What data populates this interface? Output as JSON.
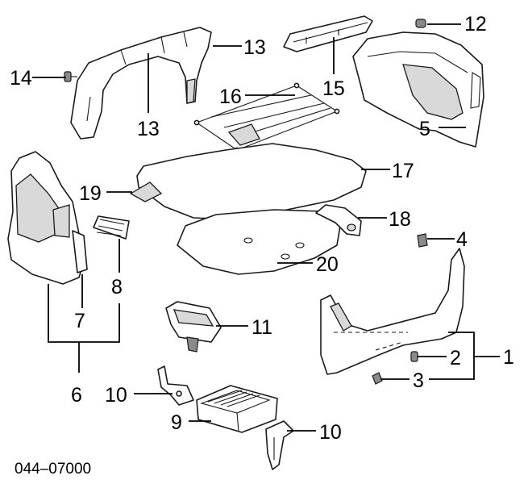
{
  "diagram": {
    "drawing_code": "044–07000",
    "callouts": [
      "1",
      "2",
      "3",
      "4",
      "5",
      "6",
      "7",
      "8",
      "9",
      "10",
      "10",
      "11",
      "12",
      "13",
      "13",
      "14",
      "15",
      "16",
      "17",
      "18",
      "19",
      "20"
    ]
  }
}
